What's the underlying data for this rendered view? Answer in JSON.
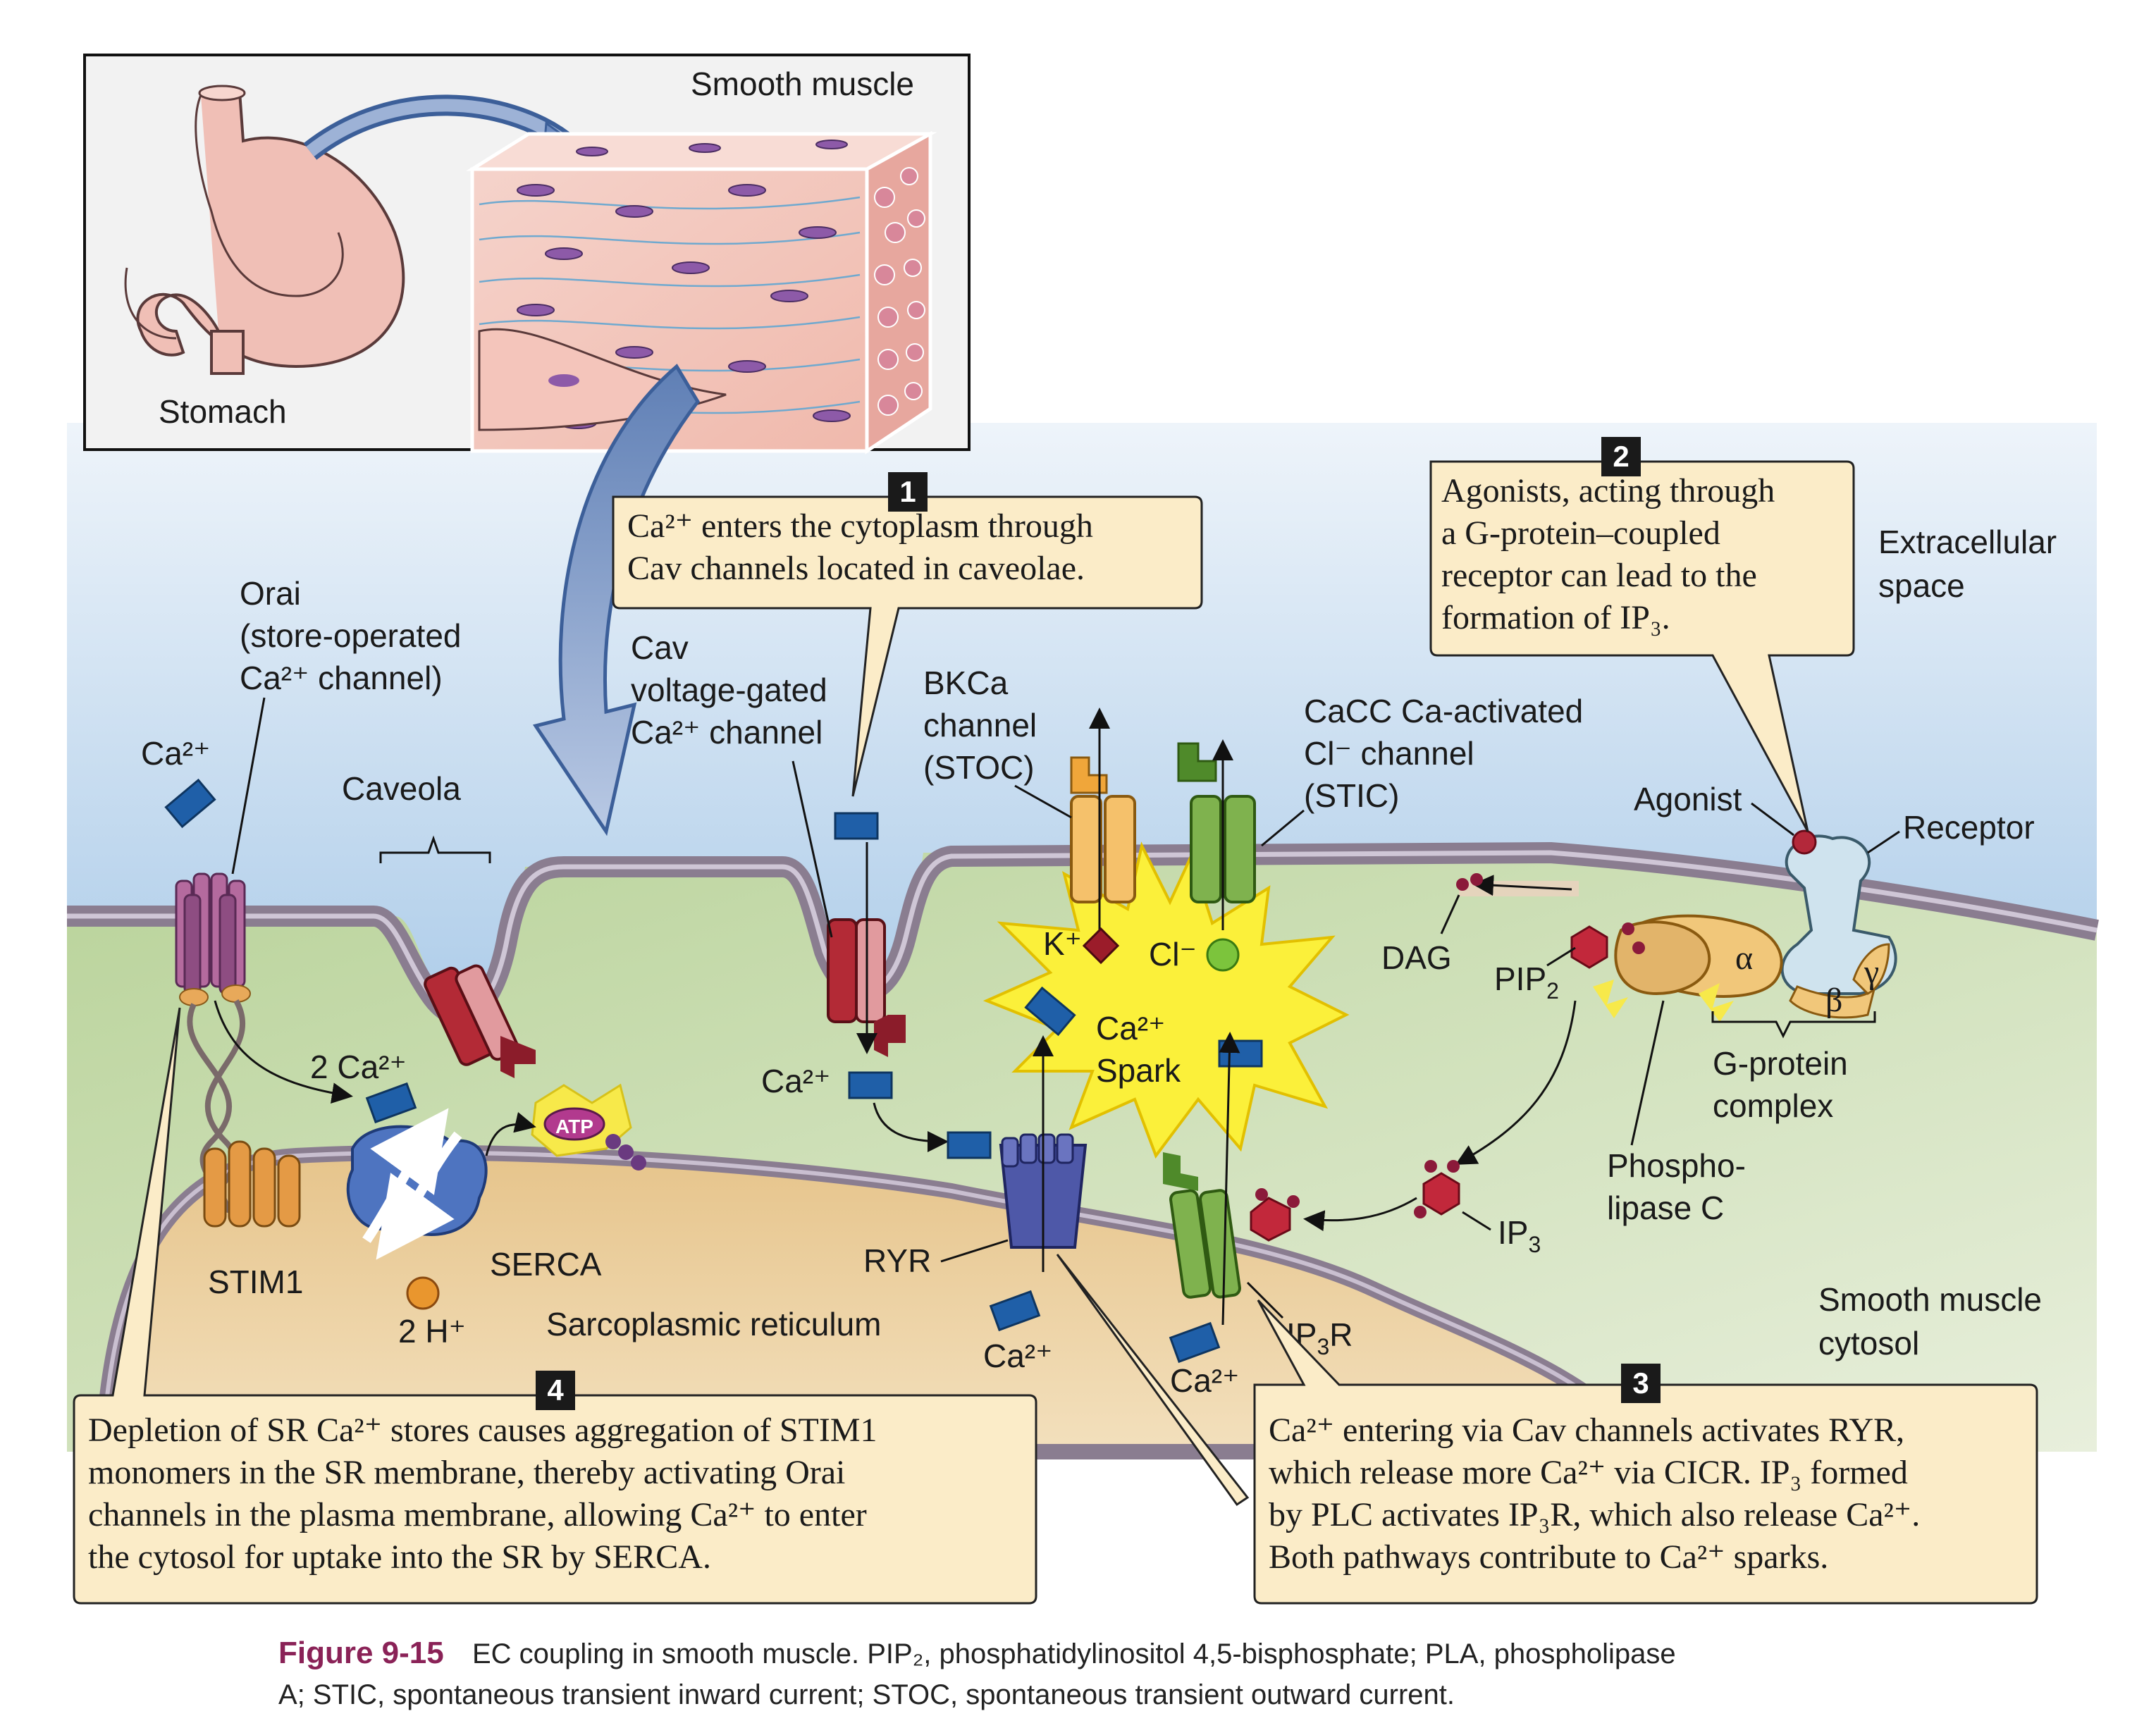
{
  "inset": {
    "title": "Smooth muscle",
    "organ_label": "Stomach"
  },
  "regions": {
    "extracellular": [
      "Extracellular",
      "space"
    ],
    "cytosol": [
      "Smooth muscle",
      "cytosol"
    ],
    "sr": "Sarcoplasmic reticulum",
    "caveola": "Caveola"
  },
  "labels": {
    "orai": [
      "Orai",
      "(store-operated",
      "Ca²⁺ channel)"
    ],
    "cav": [
      "Cav",
      "voltage-gated",
      "Ca²⁺ channel"
    ],
    "bk": [
      "BKCa",
      "channel",
      "(STOC)"
    ],
    "cacc": [
      "CaCC Ca-activated",
      "Cl⁻ channel",
      "(STIC)"
    ],
    "agonist": "Agonist",
    "receptor": "Receptor",
    "dag": "DAG",
    "pip2": "PIP2",
    "gprotein": [
      "G-protein",
      "complex"
    ],
    "plc": [
      "Phospho-",
      "lipase C"
    ],
    "ip3": "IP3",
    "ip3r": "IP3R",
    "ryr": "RYR",
    "serca": "SERCA",
    "stim1": "STIM1",
    "atp": "ATP",
    "two_h": "2 H⁺",
    "two_ca": "2 Ca²⁺",
    "ca": "Ca²⁺",
    "k": "K⁺",
    "cl": "Cl⁻",
    "spark": [
      "Ca²⁺",
      "Spark"
    ],
    "alpha": "α",
    "beta": "β",
    "gamma": "γ"
  },
  "callouts": {
    "c1": {
      "num": "1",
      "lines": [
        "Ca²⁺ enters the cytoplasm through",
        "Cav channels located in caveolae."
      ]
    },
    "c2": {
      "num": "2",
      "lines": [
        "Agonists, acting through",
        "a G-protein–coupled",
        "receptor can lead to the",
        "formation of IP₃."
      ]
    },
    "c3": {
      "num": "3",
      "lines": [
        "Ca²⁺ entering via Cav channels activates RYR,",
        "which release more Ca²⁺ via CICR. IP₃ formed",
        "by PLC activates IP₃R, which also release Ca²⁺.",
        "Both pathways contribute to Ca²⁺ sparks."
      ]
    },
    "c4": {
      "num": "4",
      "lines": [
        "Depletion of SR Ca²⁺ stores causes aggregation of STIM1",
        "monomers in the SR membrane, thereby activating Orai",
        "channels in the plasma membrane, allowing Ca²⁺ to enter",
        "the cytosol for uptake into the SR by SERCA."
      ]
    }
  },
  "caption": {
    "figure": "Figure 9-15",
    "line1": "EC coupling in smooth muscle. PIP₂, phosphatidylinositol 4,5-bisphosphate; PLA, phospholipase",
    "line2": "A; STIC, spontaneous transient inward current; STOC, spontaneous transient outward current."
  },
  "colors": {
    "calcium": "#1f5fa8",
    "callout_bg": "#fbecc8",
    "membrane": "#8a7d90",
    "cytosol": "#cfdfb5",
    "sr": "#e6c68f",
    "spark": "#fbf03a"
  }
}
